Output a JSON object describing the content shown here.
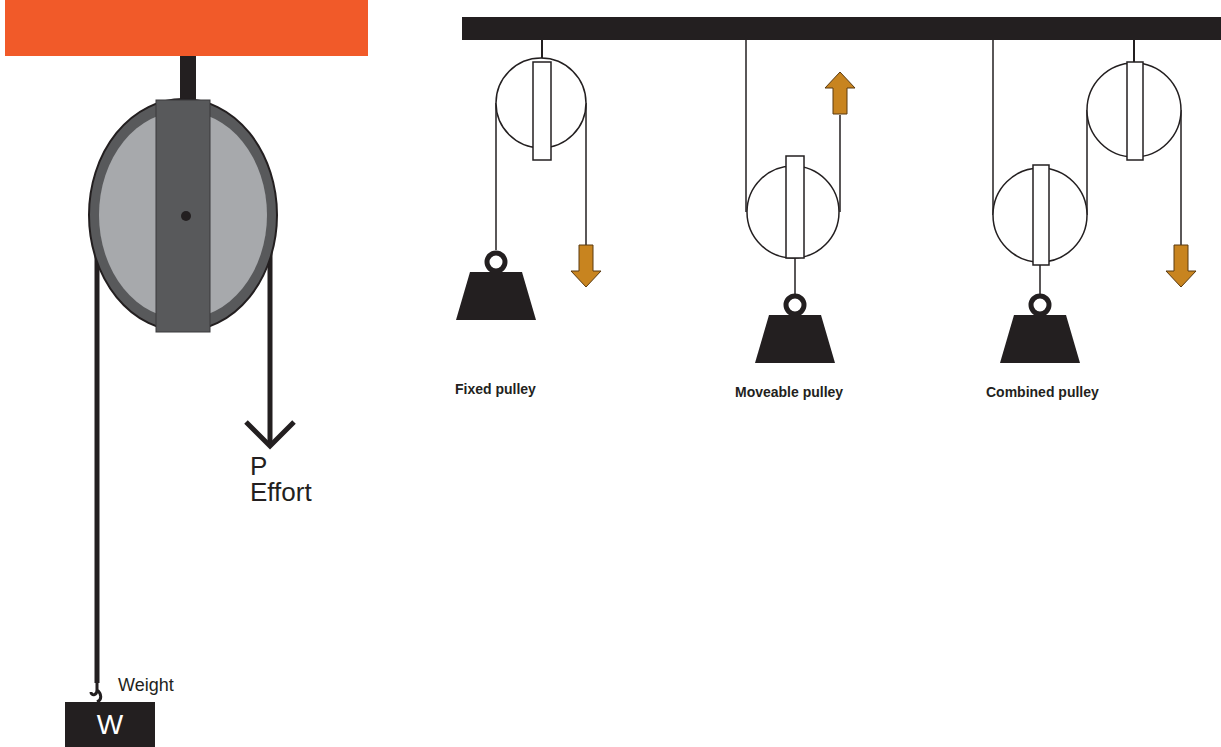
{
  "diagram": {
    "nodes": [
      {
        "text": [
          "W"
        ]
      }
    ],
    "labels": [
      "P",
      "Effort",
      "Weight",
      "Fixed pulley",
      "Moveable pulley",
      "Combined pulley"
    ]
  }
}
